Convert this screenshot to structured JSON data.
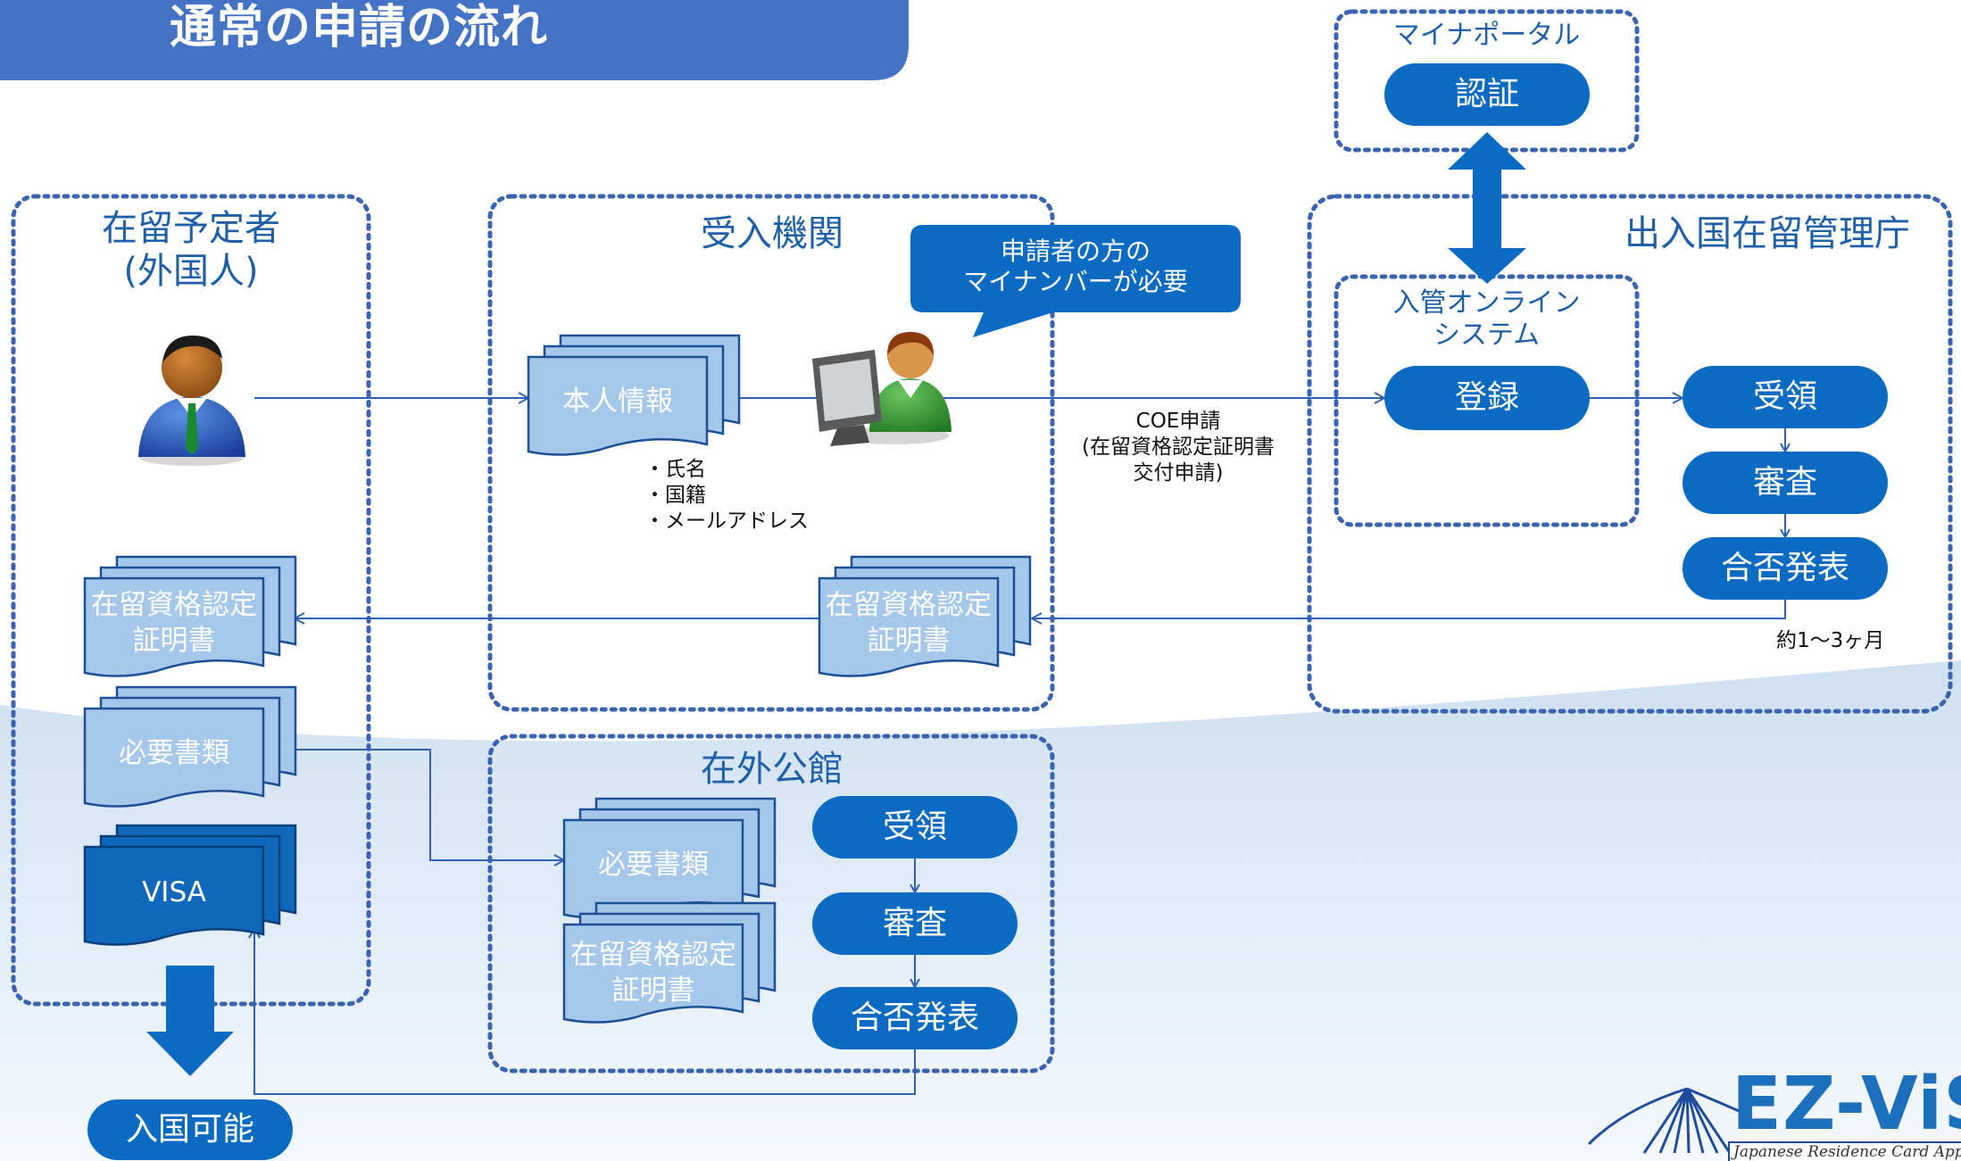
{
  "header": {
    "title": "通常の申請の流れ"
  },
  "groups": {
    "applicant": {
      "title_line1": "在留予定者",
      "title_line2": "(外国人)"
    },
    "host": {
      "title": "受入機関"
    },
    "agency": {
      "title": "出入国在留管理庁"
    },
    "portal": {
      "title": "マイナポータル"
    },
    "online": {
      "title_line1": "入管オンライン",
      "title_line2": "システム"
    },
    "embassy": {
      "title": "在外公館"
    }
  },
  "callout": {
    "line1": "申請者の方の",
    "line2": "マイナンバーが必要"
  },
  "documents": {
    "personal_info": "本人情報",
    "coe_line1": "在留資格認定",
    "coe_line2": "証明書",
    "required_docs": "必要書類",
    "visa": "VISA"
  },
  "steps": {
    "auth": "認証",
    "register": "登録",
    "receive": "受領",
    "review": "審査",
    "result": "合否発表",
    "entry": "入国可能"
  },
  "notes": {
    "info_items": [
      "・氏名",
      "・国籍",
      "・メールアドレス"
    ],
    "coe_line1": "COE申請",
    "coe_line2": "(在留資格認定証明書",
    "coe_line3": "交付申請)",
    "duration": "約1～3ヶ月"
  },
  "logo": {
    "name": "EZ-ViSA",
    "tagline": "Japanese Residence Card Appl"
  },
  "colors": {
    "primary": "#0b6bc2",
    "doc_fill": "#a5c8ea",
    "doc_dark": "#0f68bb",
    "title_bar": "#4472c4",
    "border": "#3a64b0"
  }
}
